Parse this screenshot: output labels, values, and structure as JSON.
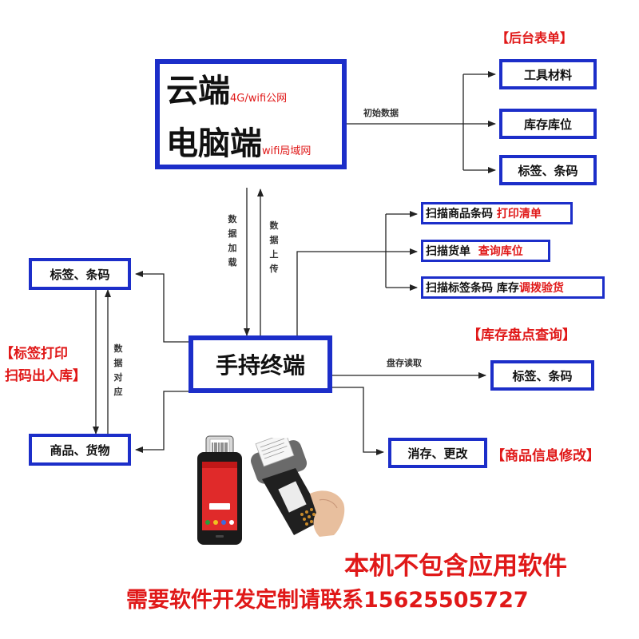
{
  "cloud": {
    "line1_big": "云端",
    "line1_small": "4G/wifi公网",
    "line2_big": "电脑端",
    "line2_small": "wifi局域网"
  },
  "backend": {
    "title": "【后台表单】",
    "items": [
      "工具材料",
      "库存库位",
      "标签、条码"
    ]
  },
  "labels": {
    "init_data": "初始数据",
    "data_load": "数据加载",
    "data_upload": "数据上传",
    "data_match": "数据对应",
    "stock_read": "盘存读取"
  },
  "handheld": {
    "title": "手持终端"
  },
  "scan": {
    "item1_text": "扫描商品条码",
    "item1_red": "打印清单",
    "item2_text": "扫描货单",
    "item2_red": "查询库位",
    "item3_text": "扫描标签条码 库存",
    "item3_red": "调拨验货"
  },
  "left": {
    "label_box": "标签、条码",
    "goods_box": "商品、货物",
    "side_text_line1": "【标签打印",
    "side_text_line2": "扫码出入库】"
  },
  "inventory": {
    "title": "【库存盘点查询】",
    "box": "标签、条码"
  },
  "modify": {
    "box": "消存、更改",
    "title": "【商品信息修改】"
  },
  "footer": {
    "line1": "本机不包含应用软件",
    "line2": "需要软件开发定制请联系15625505727"
  },
  "colors": {
    "blue": "#1c2ec9",
    "red": "#e01818",
    "line": "#222222"
  },
  "icons": [
    "pos-terminal-image",
    "handheld-printer-image"
  ]
}
